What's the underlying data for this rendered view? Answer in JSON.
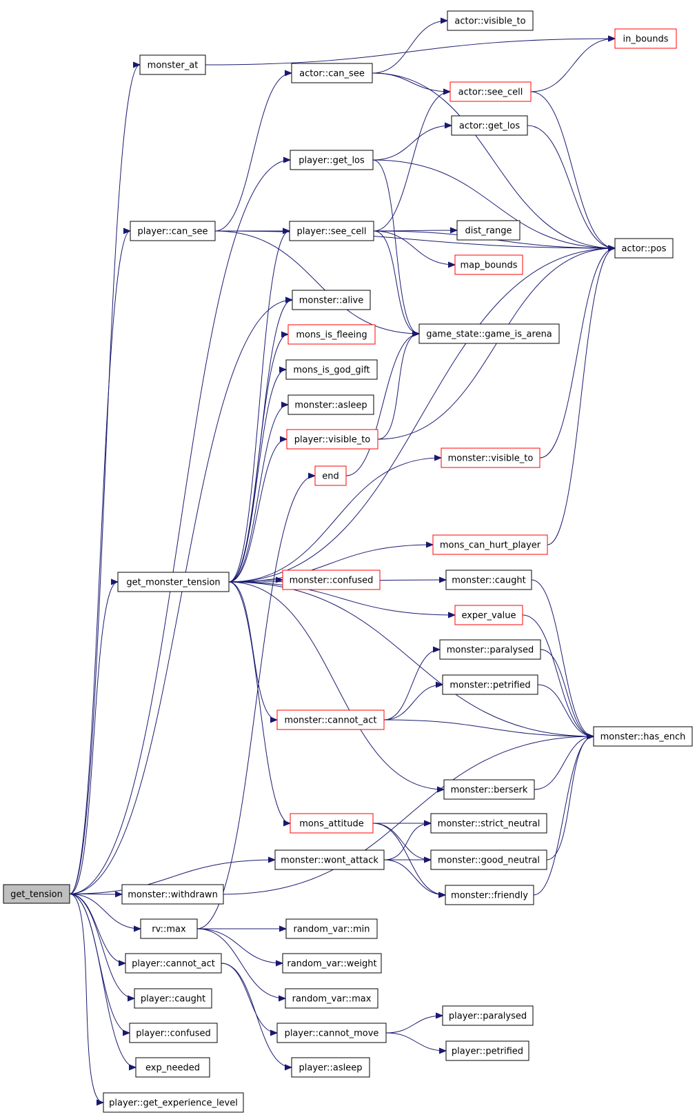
{
  "colors": {
    "edge": "#191970",
    "normal_border": "#000000",
    "truncated_border": "#ff0000",
    "root_fill": "#bfbfbf",
    "node_fill": "#ffffff"
  },
  "nodes": [
    {
      "id": "get_tension",
      "label": "get_tension",
      "style": "root"
    },
    {
      "id": "monster_at",
      "label": "monster_at",
      "style": "normal"
    },
    {
      "id": "player_can_see",
      "label": "player::can_see",
      "style": "normal"
    },
    {
      "id": "get_monster_tension",
      "label": "get_monster_tension",
      "style": "normal"
    },
    {
      "id": "monster_wont_attack",
      "label": "monster::wont_attack",
      "style": "normal"
    },
    {
      "id": "monster_withdrawn",
      "label": "monster::withdrawn",
      "style": "normal"
    },
    {
      "id": "rv_max",
      "label": "rv::max",
      "style": "normal"
    },
    {
      "id": "player_cannot_act",
      "label": "player::cannot_act",
      "style": "normal"
    },
    {
      "id": "player_caught",
      "label": "player::caught",
      "style": "normal"
    },
    {
      "id": "player_confused",
      "label": "player::confused",
      "style": "normal"
    },
    {
      "id": "exp_needed",
      "label": "exp_needed",
      "style": "normal"
    },
    {
      "id": "player_get_experience_level",
      "label": "player::get_experience_level",
      "style": "normal"
    },
    {
      "id": "in_bounds",
      "label": "in_bounds",
      "style": "truncated"
    },
    {
      "id": "actor_can_see",
      "label": "actor::can_see",
      "style": "normal"
    },
    {
      "id": "actor_visible_to",
      "label": "actor::visible_to",
      "style": "normal"
    },
    {
      "id": "actor_see_cell",
      "label": "actor::see_cell",
      "style": "truncated"
    },
    {
      "id": "actor_pos",
      "label": "actor::pos",
      "style": "normal"
    },
    {
      "id": "player_get_los",
      "label": "player::get_los",
      "style": "normal"
    },
    {
      "id": "actor_get_los",
      "label": "actor::get_los",
      "style": "normal"
    },
    {
      "id": "game_state_game_is_arena",
      "label": "game_state::game_is_arena",
      "style": "normal"
    },
    {
      "id": "player_see_cell",
      "label": "player::see_cell",
      "style": "normal"
    },
    {
      "id": "dist_range",
      "label": "dist_range",
      "style": "normal"
    },
    {
      "id": "map_bounds",
      "label": "map_bounds",
      "style": "truncated"
    },
    {
      "id": "monster_alive",
      "label": "monster::alive",
      "style": "normal"
    },
    {
      "id": "mons_is_fleeing",
      "label": "mons_is_fleeing",
      "style": "truncated"
    },
    {
      "id": "mons_is_god_gift",
      "label": "mons_is_god_gift",
      "style": "normal"
    },
    {
      "id": "monster_asleep",
      "label": "monster::asleep",
      "style": "normal"
    },
    {
      "id": "player_visible_to",
      "label": "player::visible_to",
      "style": "truncated"
    },
    {
      "id": "end",
      "label": "end",
      "style": "truncated"
    },
    {
      "id": "monster_visible_to",
      "label": "monster::visible_to",
      "style": "truncated"
    },
    {
      "id": "mons_can_hurt_player",
      "label": "mons_can_hurt_player",
      "style": "truncated"
    },
    {
      "id": "monster_confused",
      "label": "monster::confused",
      "style": "truncated"
    },
    {
      "id": "monster_caught",
      "label": "monster::caught",
      "style": "normal"
    },
    {
      "id": "exper_value",
      "label": "exper_value",
      "style": "truncated"
    },
    {
      "id": "monster_paralysed",
      "label": "monster::paralysed",
      "style": "normal"
    },
    {
      "id": "monster_petrified",
      "label": "monster::petrified",
      "style": "normal"
    },
    {
      "id": "monster_cannot_act",
      "label": "monster::cannot_act",
      "style": "truncated"
    },
    {
      "id": "monster_has_ench",
      "label": "monster::has_ench",
      "style": "normal"
    },
    {
      "id": "monster_berserk",
      "label": "monster::berserk",
      "style": "normal"
    },
    {
      "id": "mons_attitude",
      "label": "mons_attitude",
      "style": "truncated"
    },
    {
      "id": "monster_strict_neutral",
      "label": "monster::strict_neutral",
      "style": "normal"
    },
    {
      "id": "monster_good_neutral",
      "label": "monster::good_neutral",
      "style": "normal"
    },
    {
      "id": "monster_friendly",
      "label": "monster::friendly",
      "style": "normal"
    },
    {
      "id": "random_var_min",
      "label": "random_var::min",
      "style": "normal"
    },
    {
      "id": "random_var_weight",
      "label": "random_var::weight",
      "style": "normal"
    },
    {
      "id": "random_var_max",
      "label": "random_var::max",
      "style": "normal"
    },
    {
      "id": "player_cannot_move",
      "label": "player::cannot_move",
      "style": "normal"
    },
    {
      "id": "player_asleep",
      "label": "player::asleep",
      "style": "normal"
    },
    {
      "id": "player_paralysed",
      "label": "player::paralysed",
      "style": "normal"
    },
    {
      "id": "player_petrified",
      "label": "player::petrified",
      "style": "normal"
    }
  ],
  "edges": [
    [
      "get_tension",
      "monster_at"
    ],
    [
      "get_tension",
      "player_can_see"
    ],
    [
      "get_tension",
      "player_get_los"
    ],
    [
      "get_tension",
      "get_monster_tension"
    ],
    [
      "get_tension",
      "monster_alive"
    ],
    [
      "get_tension",
      "monster_wont_attack"
    ],
    [
      "get_tension",
      "monster_withdrawn"
    ],
    [
      "get_tension",
      "rv_max"
    ],
    [
      "get_tension",
      "player_cannot_act"
    ],
    [
      "get_tension",
      "player_caught"
    ],
    [
      "get_tension",
      "player_confused"
    ],
    [
      "get_tension",
      "exp_needed"
    ],
    [
      "get_tension",
      "player_get_experience_level"
    ],
    [
      "monster_at",
      "in_bounds"
    ],
    [
      "player_can_see",
      "actor_can_see"
    ],
    [
      "player_can_see",
      "actor_pos"
    ],
    [
      "player_can_see",
      "player_see_cell"
    ],
    [
      "player_can_see",
      "game_state_game_is_arena"
    ],
    [
      "actor_can_see",
      "actor_visible_to"
    ],
    [
      "actor_can_see",
      "actor_pos"
    ],
    [
      "actor_can_see",
      "actor_see_cell"
    ],
    [
      "actor_see_cell",
      "in_bounds"
    ],
    [
      "actor_see_cell",
      "actor_pos"
    ],
    [
      "player_get_los",
      "actor_get_los"
    ],
    [
      "player_get_los",
      "actor_pos"
    ],
    [
      "player_get_los",
      "game_state_game_is_arena"
    ],
    [
      "actor_get_los",
      "actor_pos"
    ],
    [
      "player_see_cell",
      "actor_see_cell"
    ],
    [
      "player_see_cell",
      "dist_range"
    ],
    [
      "player_see_cell",
      "map_bounds"
    ],
    [
      "player_see_cell",
      "actor_pos"
    ],
    [
      "player_see_cell",
      "game_state_game_is_arena"
    ],
    [
      "get_monster_tension",
      "player_see_cell"
    ],
    [
      "get_monster_tension",
      "monster_alive"
    ],
    [
      "get_monster_tension",
      "mons_is_fleeing"
    ],
    [
      "get_monster_tension",
      "mons_is_god_gift"
    ],
    [
      "get_monster_tension",
      "monster_asleep"
    ],
    [
      "get_monster_tension",
      "player_visible_to"
    ],
    [
      "get_monster_tension",
      "monster_visible_to"
    ],
    [
      "get_monster_tension",
      "actor_pos"
    ],
    [
      "get_monster_tension",
      "monster_confused"
    ],
    [
      "get_monster_tension",
      "mons_can_hurt_player"
    ],
    [
      "get_monster_tension",
      "monster_caught"
    ],
    [
      "get_monster_tension",
      "exper_value"
    ],
    [
      "get_monster_tension",
      "monster_cannot_act"
    ],
    [
      "get_monster_tension",
      "monster_has_ench"
    ],
    [
      "get_monster_tension",
      "monster_berserk"
    ],
    [
      "get_monster_tension",
      "mons_attitude"
    ],
    [
      "player_visible_to",
      "game_state_game_is_arena"
    ],
    [
      "player_visible_to",
      "actor_pos"
    ],
    [
      "end",
      "game_state_game_is_arena"
    ],
    [
      "monster_visible_to",
      "actor_pos"
    ],
    [
      "mons_can_hurt_player",
      "actor_pos"
    ],
    [
      "monster_caught",
      "monster_has_ench"
    ],
    [
      "exper_value",
      "monster_has_ench"
    ],
    [
      "monster_cannot_act",
      "monster_paralysed"
    ],
    [
      "monster_cannot_act",
      "monster_petrified"
    ],
    [
      "monster_cannot_act",
      "monster_has_ench"
    ],
    [
      "monster_paralysed",
      "monster_has_ench"
    ],
    [
      "monster_petrified",
      "monster_has_ench"
    ],
    [
      "monster_berserk",
      "monster_has_ench"
    ],
    [
      "mons_attitude",
      "monster_strict_neutral"
    ],
    [
      "mons_attitude",
      "monster_good_neutral"
    ],
    [
      "mons_attitude",
      "monster_friendly"
    ],
    [
      "monster_wont_attack",
      "monster_strict_neutral"
    ],
    [
      "monster_wont_attack",
      "monster_good_neutral"
    ],
    [
      "monster_wont_attack",
      "monster_friendly"
    ],
    [
      "monster_good_neutral",
      "monster_has_ench"
    ],
    [
      "monster_friendly",
      "monster_has_ench"
    ],
    [
      "monster_withdrawn",
      "monster_has_ench"
    ],
    [
      "rv_max",
      "end"
    ],
    [
      "rv_max",
      "random_var_min"
    ],
    [
      "rv_max",
      "random_var_weight"
    ],
    [
      "rv_max",
      "random_var_max"
    ],
    [
      "player_cannot_act",
      "player_cannot_move"
    ],
    [
      "player_cannot_act",
      "player_asleep"
    ],
    [
      "player_cannot_move",
      "player_paralysed"
    ],
    [
      "player_cannot_move",
      "player_petrified"
    ]
  ]
}
